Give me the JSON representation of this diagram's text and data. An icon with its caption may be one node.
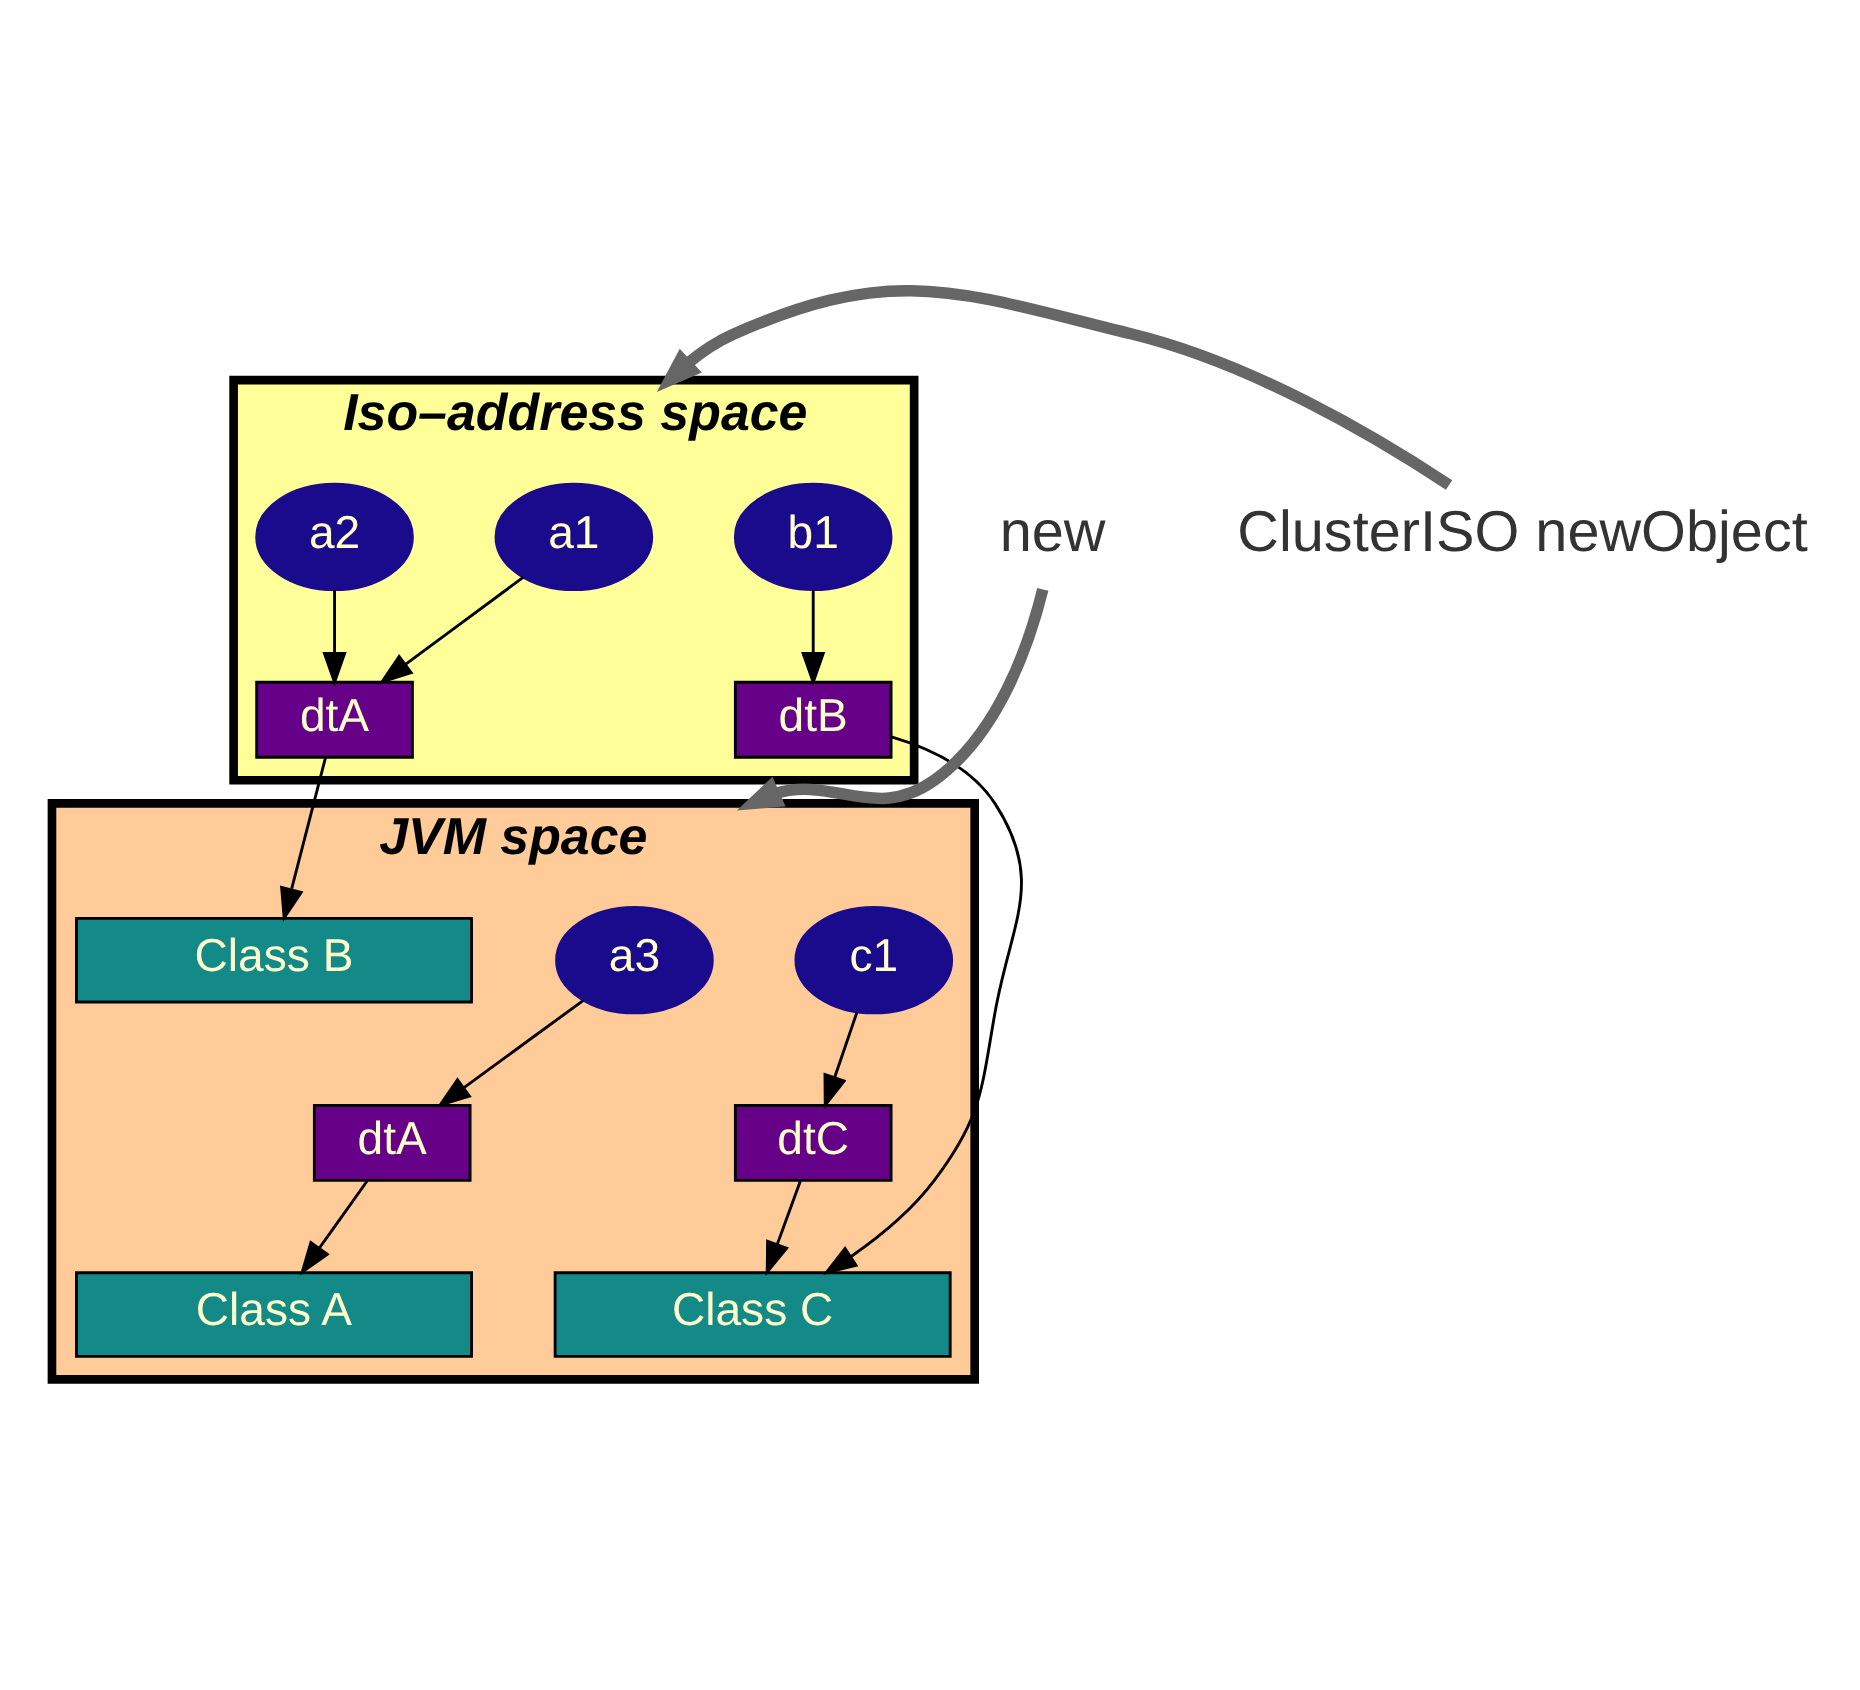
{
  "diagram": {
    "nodes": [
      {
        "text": [
          "Iso–address space"
        ]
      },
      {
        "text": [
          "a1"
        ],
        "in": 0
      },
      {
        "text": [
          "a2"
        ],
        "in": 0
      },
      {
        "text": [
          "b1"
        ],
        "in": 0
      },
      {
        "text": [
          "dtA"
        ],
        "in": 0
      },
      {
        "text": [
          "dtB"
        ],
        "in": 0
      },
      {
        "text": [
          "JVM space"
        ]
      },
      {
        "text": [
          "a3"
        ],
        "in": 6
      },
      {
        "text": [
          "c1"
        ],
        "in": 6
      },
      {
        "text": [
          "dtA"
        ],
        "in": 6
      },
      {
        "text": [
          "dtC"
        ],
        "in": 6
      },
      {
        "text": [
          "Class A"
        ],
        "in": 6
      },
      {
        "text": [
          "Class B"
        ],
        "in": 6
      },
      {
        "text": [
          "Class C"
        ],
        "in": 6
      },
      {
        "text": [
          "ClusterISO newObject"
        ]
      },
      {
        "text": [
          "new"
        ]
      }
    ],
    "edges": [
      {
        "from": 1,
        "to": 4,
        "arrow": "to"
      },
      {
        "from": 2,
        "to": 4,
        "arrow": "to"
      },
      {
        "from": 3,
        "to": 5,
        "arrow": "to"
      },
      {
        "from": 4,
        "to": 12,
        "arrow": "to"
      },
      {
        "from": 5,
        "to": 13,
        "arrow": "to"
      },
      {
        "from": 7,
        "to": 9,
        "arrow": "to"
      },
      {
        "from": 8,
        "to": 10,
        "arrow": "to"
      },
      {
        "from": 9,
        "to": 11,
        "arrow": "to"
      },
      {
        "from": 10,
        "to": 13,
        "arrow": "to"
      },
      {
        "from": 14,
        "to": 0,
        "arrow": "to",
        "style": "thick",
        "color": "#666666"
      },
      {
        "from": 15,
        "to": 6,
        "arrow": "to",
        "style": "thick",
        "color": "#666666"
      }
    ]
  }
}
